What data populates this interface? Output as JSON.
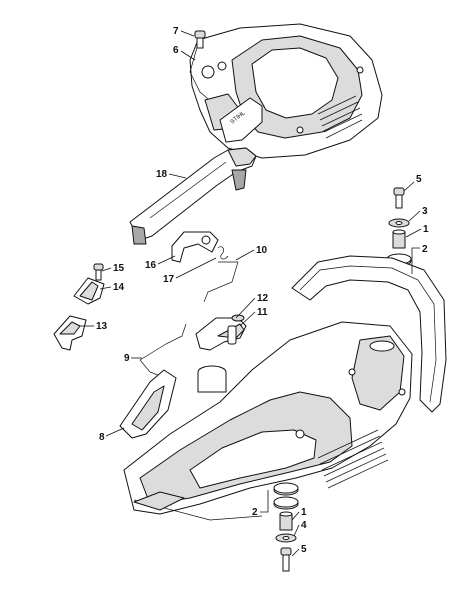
{
  "callouts": [
    {
      "id": "c7",
      "text": "7"
    },
    {
      "id": "c6",
      "text": "6"
    },
    {
      "id": "c18",
      "text": "18"
    },
    {
      "id": "c5a",
      "text": "5"
    },
    {
      "id": "c3",
      "text": "3"
    },
    {
      "id": "c1a",
      "text": "1"
    },
    {
      "id": "c2a",
      "text": "2"
    },
    {
      "id": "c10",
      "text": "10"
    },
    {
      "id": "c16",
      "text": "16"
    },
    {
      "id": "c17",
      "text": "17"
    },
    {
      "id": "c15",
      "text": "15"
    },
    {
      "id": "c14",
      "text": "14"
    },
    {
      "id": "c12",
      "text": "12"
    },
    {
      "id": "c11",
      "text": "11"
    },
    {
      "id": "c13",
      "text": "13"
    },
    {
      "id": "c9",
      "text": "9"
    },
    {
      "id": "c8",
      "text": "8"
    },
    {
      "id": "c2b",
      "text": "2"
    },
    {
      "id": "c1b",
      "text": "1"
    },
    {
      "id": "c4",
      "text": "4"
    },
    {
      "id": "c5b",
      "text": "5"
    }
  ]
}
